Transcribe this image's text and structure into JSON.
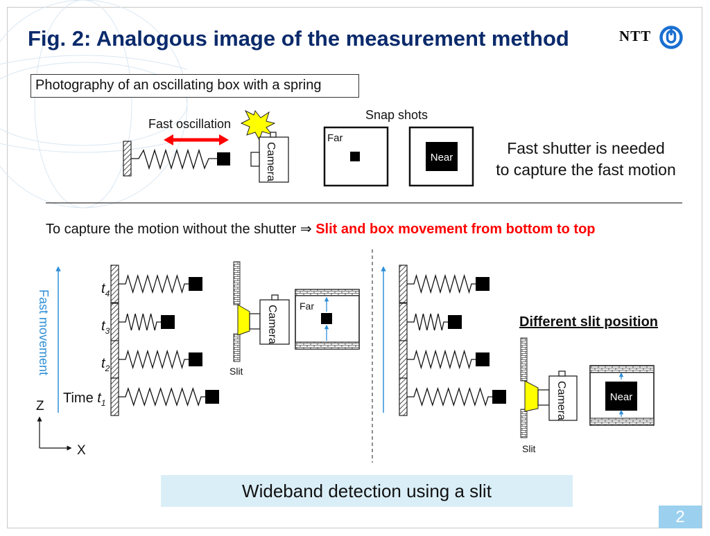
{
  "title": "Fig. 2: Analogous image of the measurement method",
  "logo": {
    "text": "NTT",
    "icon": "ntt-logo-icon"
  },
  "top_section": {
    "heading": "Photography of an oscillating box with a spring",
    "fast_oscillation": "Fast oscillation",
    "camera": "Camera",
    "snap_shots": "Snap shots",
    "far": "Far",
    "near": "Near",
    "need_line1": "Fast shutter is needed",
    "need_line2": "to capture the fast motion"
  },
  "capture_line": {
    "prefix": "To capture the motion without the shutter ⇒ ",
    "highlight": "Slit and box movement from bottom to top"
  },
  "bottom_section": {
    "fast_movement": "Fast movement",
    "time_label": "Time",
    "t_symbol": "t",
    "t_subs": [
      "4",
      "3",
      "2",
      "1"
    ],
    "z_axis": "Z",
    "x_axis": "X",
    "slit": "Slit",
    "camera": "Camera",
    "far": "Far",
    "near": "Near",
    "different_slit": "Different slit position"
  },
  "banner": "Wideband detection using a slit",
  "page_number": "2",
  "colors": {
    "title": "#0a2a6b",
    "highlight": "#ff0000",
    "arrow_red": "#ff0000",
    "blue_arrow": "#2e8fd8",
    "slit_yellow": "#ffff00",
    "banner_bg": "#daeef7",
    "page_badge": "#9bd0ef",
    "logo_blue": "#1a6fd0"
  }
}
